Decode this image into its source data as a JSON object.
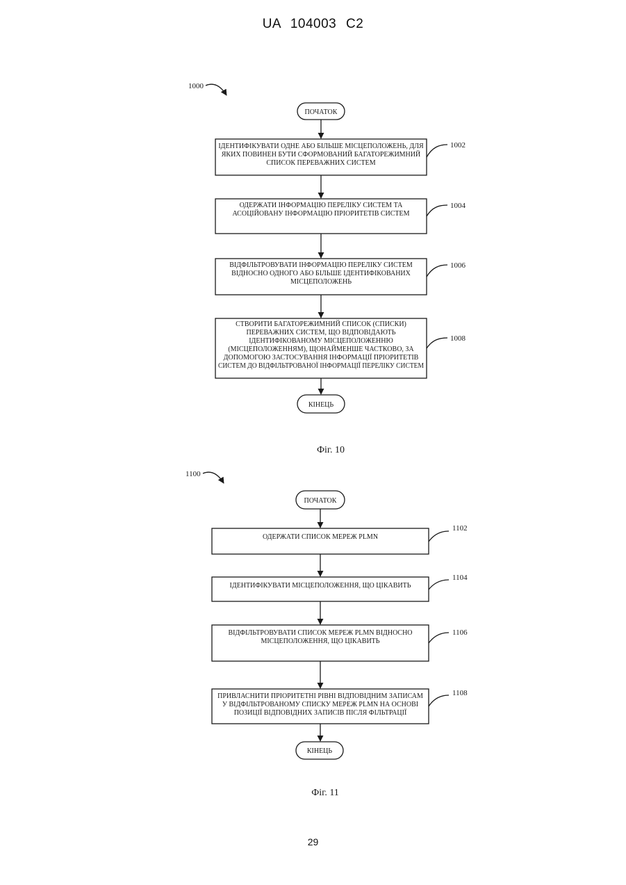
{
  "header": {
    "text": "UA   104003   C2"
  },
  "page_number": "29",
  "fig10": {
    "ref": "1000",
    "start": "ПОЧАТОК",
    "end": "КІНЕЦЬ",
    "caption": "Фіг. 10",
    "steps": [
      {
        "ref": "1002",
        "lines": [
          "ІДЕНТИФІКУВАТИ ОДНЕ АБО БІЛЬШЕ МІСЦЕПОЛОЖЕНЬ, ДЛЯ",
          "ЯКИХ ПОВИНЕН БУТИ СФОРМОВАНИЙ БАГАТОРЕЖИМНИЙ",
          "СПИСОК ПЕРЕВАЖНИХ СИСТЕМ"
        ]
      },
      {
        "ref": "1004",
        "lines": [
          "ОДЕРЖАТИ ІНФОРМАЦІЮ ПЕРЕЛІКУ СИСТЕМ ТА",
          "АСОЦІЙОВАНУ ІНФОРМАЦІЮ ПРІОРИТЕТІВ СИСТЕМ"
        ]
      },
      {
        "ref": "1006",
        "lines": [
          "ВІДФІЛЬТРОВУВАТИ ІНФОРМАЦІЮ ПЕРЕЛІКУ СИСТЕМ",
          "ВІДНОСНО ОДНОГО АБО БІЛЬШЕ ІДЕНТИФІКОВАНИХ",
          "МІСЦЕПОЛОЖЕНЬ"
        ]
      },
      {
        "ref": "1008",
        "lines": [
          "СТВОРИТИ БАГАТОРЕЖИМНИЙ СПИСОК (СПИСКИ)",
          "ПЕРЕВАЖНИХ СИСТЕМ, ЩО ВІДПОВІДАЮТЬ",
          "ІДЕНТИФІКОВАНОМУ МІСЦЕПОЛОЖЕННЮ",
          "(МІСЦЕПОЛОЖЕННЯМ), ЩОНАЙМЕНШЕ ЧАСТКОВО, ЗА",
          "ДОПОМОГОЮ ЗАСТОСУВАННЯ ІНФОРМАЦІЇ ПРІОРИТЕТІВ",
          "СИСТЕМ ДО ВІДФІЛЬТРОВАНОЇ ІНФОРМАЦІЇ ПЕРЕЛІКУ СИСТЕМ"
        ]
      }
    ]
  },
  "fig11": {
    "ref": "1100",
    "start": "ПОЧАТОК",
    "end": "КІНЕЦЬ",
    "caption": "Фіг. 11",
    "steps": [
      {
        "ref": "1102",
        "lines": [
          "ОДЕРЖАТИ СПИСОК МЕРЕЖ PLMN"
        ]
      },
      {
        "ref": "1104",
        "lines": [
          "ІДЕНТИФІКУВАТИ МІСЦЕПОЛОЖЕННЯ, ЩО ЦІКАВИТЬ"
        ]
      },
      {
        "ref": "1106",
        "lines": [
          "ВІДФІЛЬТРОВУВАТИ СПИСОК МЕРЕЖ PLMN ВІДНОСНО",
          "МІСЦЕПОЛОЖЕННЯ, ЩО ЦІКАВИТЬ"
        ]
      },
      {
        "ref": "1108",
        "lines": [
          "ПРИВЛАСНИТИ ПРІОРИТЕТНІ РІВНІ ВІДПОВІДНИМ ЗАПИСАМ",
          "У ВІДФІЛЬТРОВАНОМУ СПИСКУ МЕРЕЖ PLMN НА ОСНОВІ",
          "ПОЗИЦІЇ ВІДПОВІДНИХ ЗАПИСІВ ПІСЛЯ ФІЛЬТРАЦІЇ"
        ]
      }
    ]
  }
}
